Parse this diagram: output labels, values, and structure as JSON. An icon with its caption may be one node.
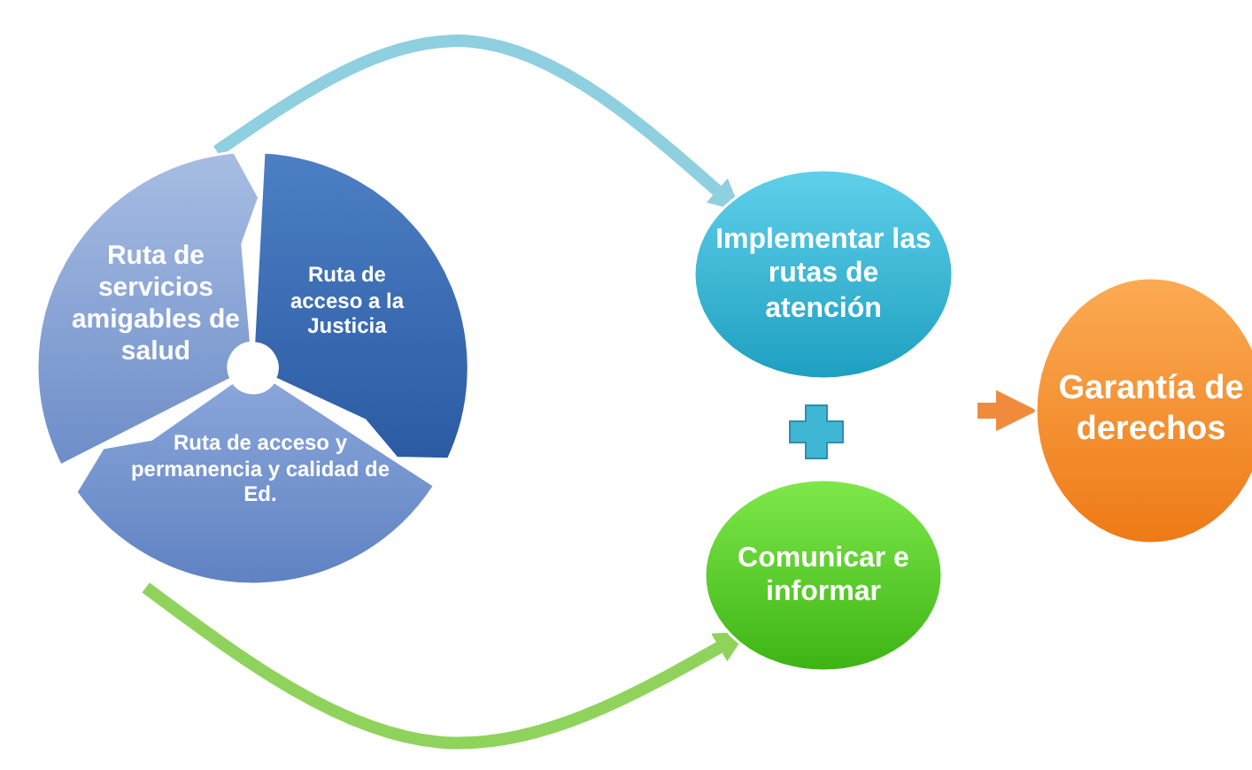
{
  "diagram": {
    "nodes": [
      {
        "text": [
          "Ruta de servicios amigables de salud"
        ]
      },
      {
        "text": [
          "Ruta de acceso a la Justicia"
        ]
      },
      {
        "text": [
          "Ruta de acceso y permanencia y calidad de Ed."
        ]
      },
      {
        "text": [
          "Implementar las rutas de atención"
        ]
      },
      {
        "text": [
          "Comunicar e informar"
        ]
      },
      {
        "text": [
          "Garantía de derechos"
        ]
      }
    ],
    "edges": [
      {
        "from": 0,
        "to": 3,
        "arrow": "to",
        "color": "#8ecfe0"
      },
      {
        "from": 2,
        "to": 4,
        "arrow": "to",
        "color": "#8fd35c"
      },
      {
        "from": null,
        "to": 5,
        "arrow": "to",
        "color": "#f08a3c"
      }
    ]
  }
}
